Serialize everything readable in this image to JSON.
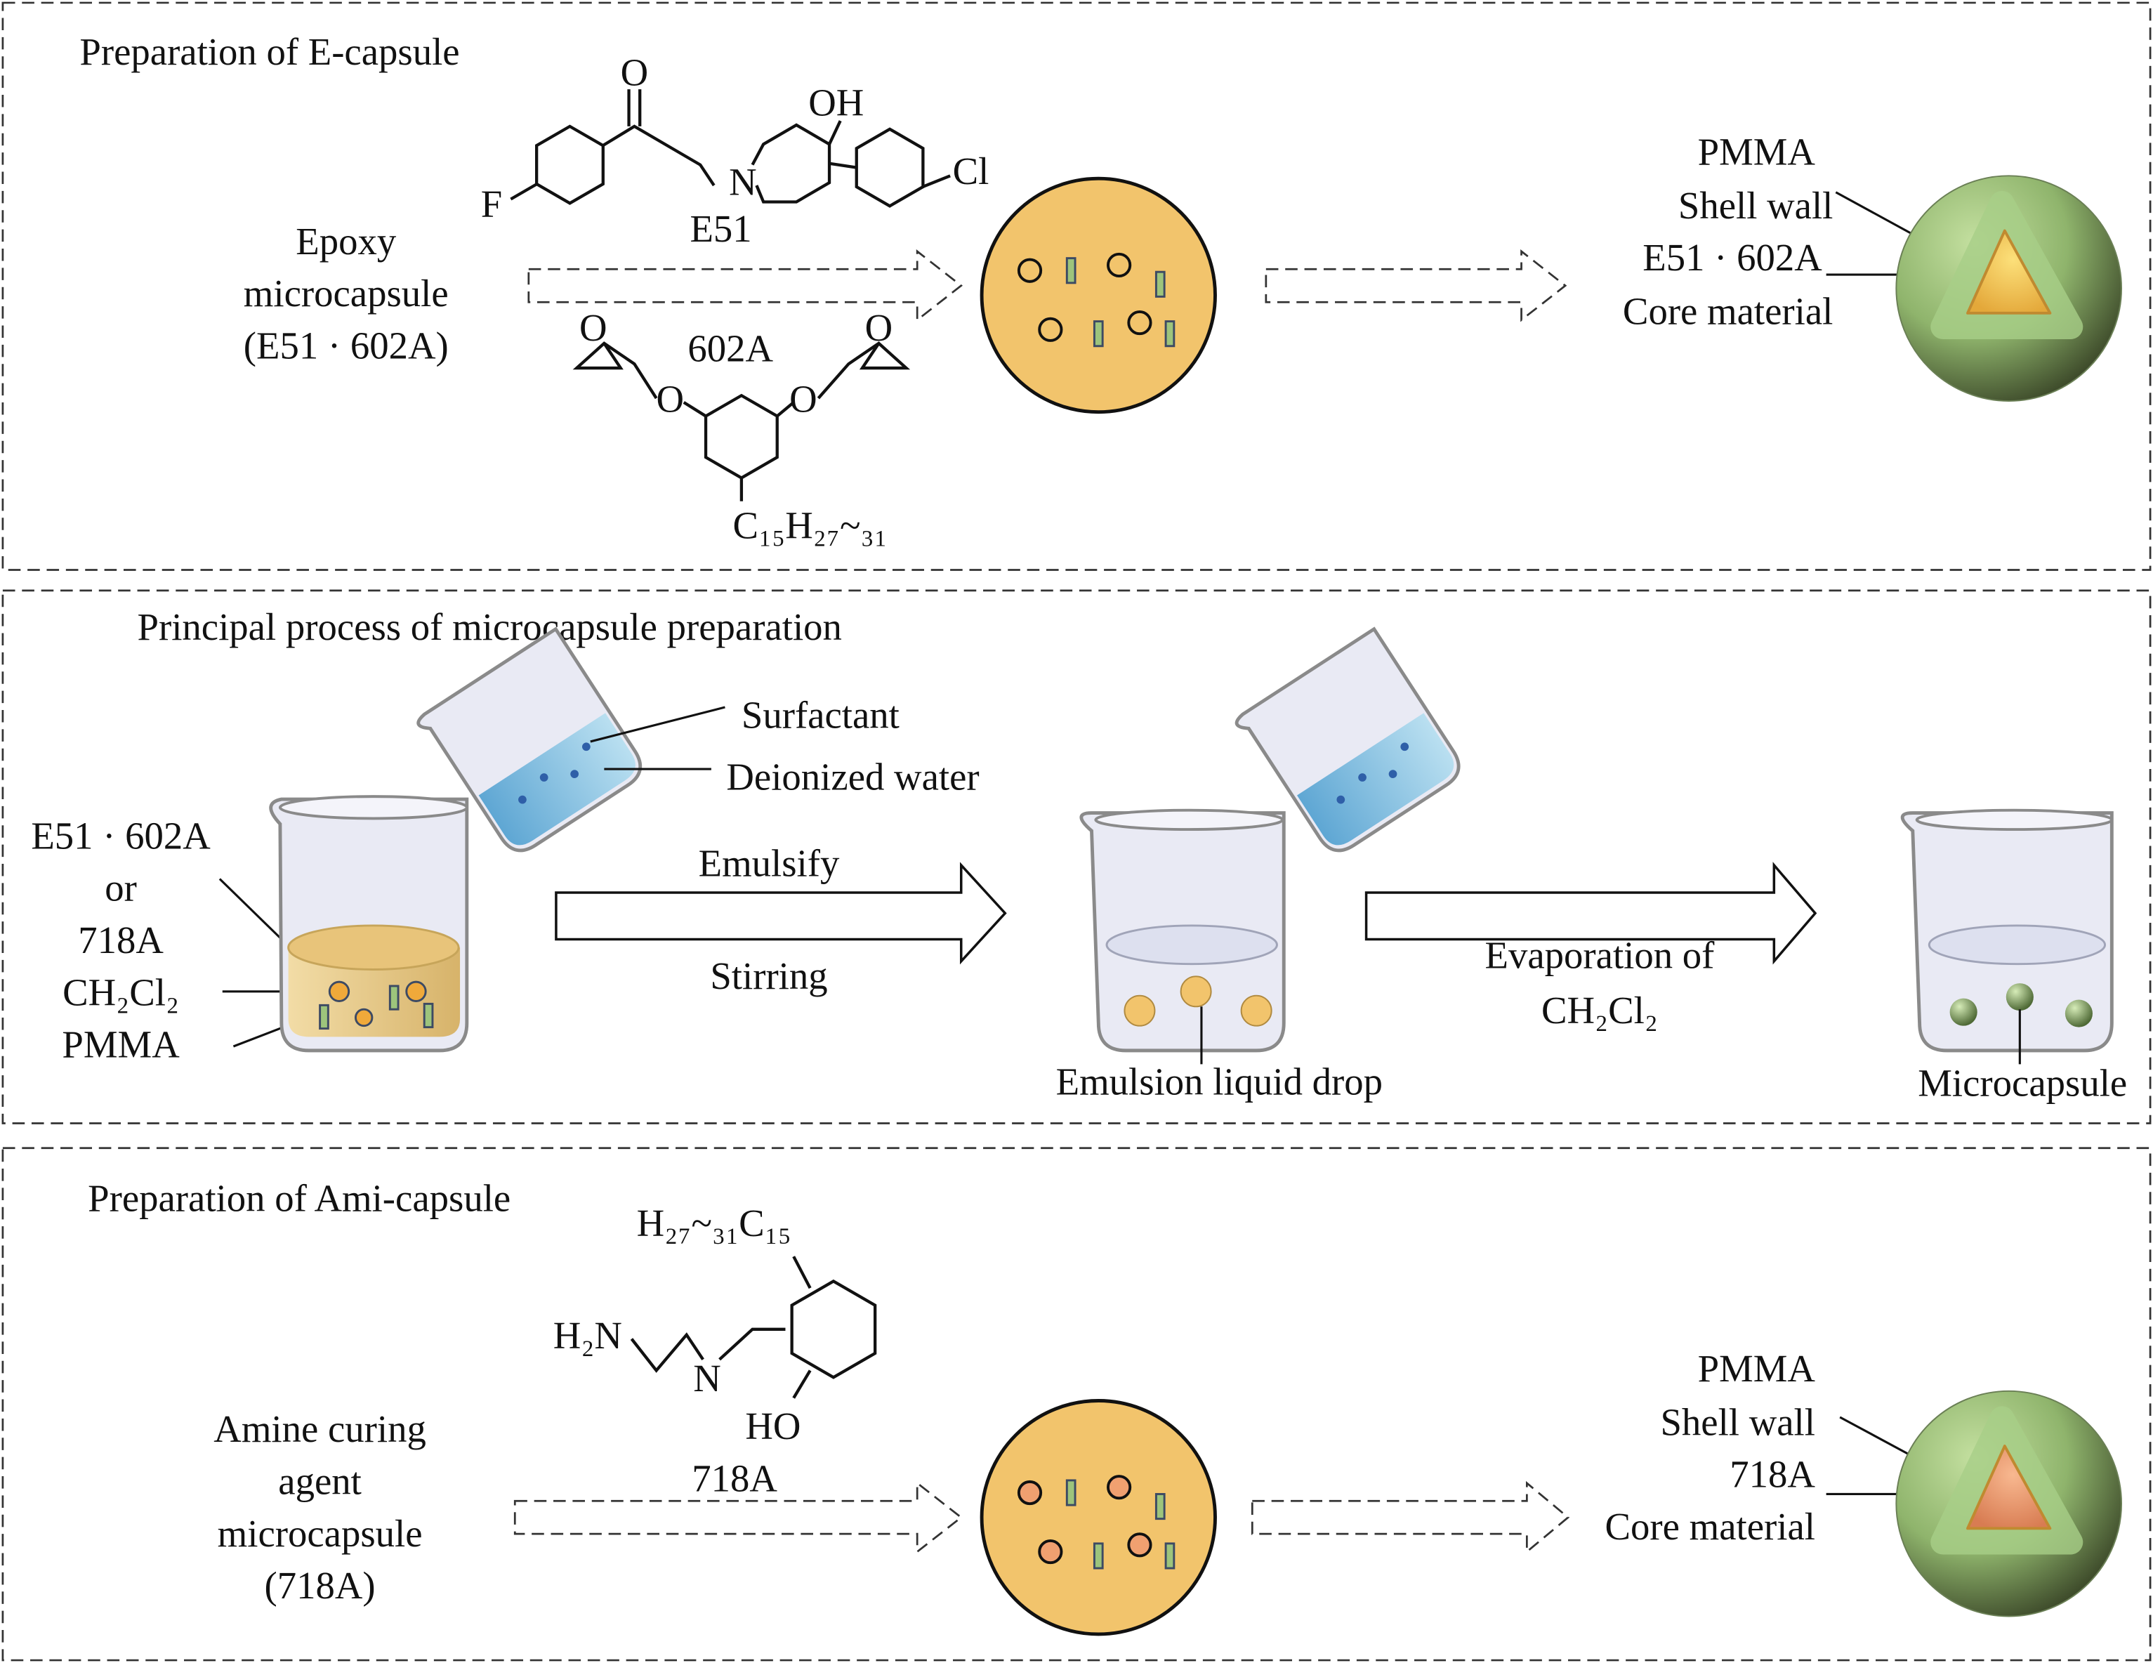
{
  "panels": {
    "e_capsule": {
      "title": "Preparation of E-capsule",
      "left_label": [
        "Epoxy",
        "microcapsule",
        "(E51 · 602A)"
      ],
      "molecule_e51": {
        "name": "E51",
        "atoms": {
          "O": "O",
          "OH": "OH",
          "F": "F",
          "N": "N",
          "Cl": "Cl"
        }
      },
      "molecule_602a": {
        "name": "602A",
        "atoms": {
          "O": "O"
        },
        "substituent": "C₁₅H₂₇~₃₁"
      },
      "labels": {
        "shell_material": "PMMA",
        "shell": "Shell wall",
        "core_material": "E51 · 602A",
        "core": "Core material"
      }
    },
    "process": {
      "title": "Principal process of microcapsule preparation",
      "left_labels": [
        "E51 · 602A",
        "or",
        "718A",
        "CH₂Cl₂",
        "PMMA"
      ],
      "surfactant": "Surfactant",
      "water": "Deionized water",
      "step1_top": "Emulsify",
      "step1_bottom": "Stirring",
      "drop_label": "Emulsion liquid drop",
      "step2_line1": "Evaporation of",
      "step2_line2": "CH₂Cl₂",
      "product_label": "Microcapsule"
    },
    "ami_capsule": {
      "title": "Preparation of Ami-capsule",
      "left_label": [
        "Amine curing",
        "agent",
        "microcapsule",
        "(718A)"
      ],
      "molecule_718a": {
        "name": "718A",
        "substituent": "H₂₇~₃₁C₁₅",
        "amine": "H₂N",
        "N": "N",
        "OH": "HO"
      },
      "labels": {
        "shell_material": "PMMA",
        "shell": "Shell wall",
        "core_material": "718A",
        "core": "Core material"
      }
    }
  },
  "colors": {
    "emulsion": "#f2c46c",
    "shell": "#9dc47c",
    "core_epoxy": "#f0b94a",
    "core_amine": "#ec9a6c",
    "water": "#6fb2da",
    "particle_amine": "#f0a070"
  }
}
